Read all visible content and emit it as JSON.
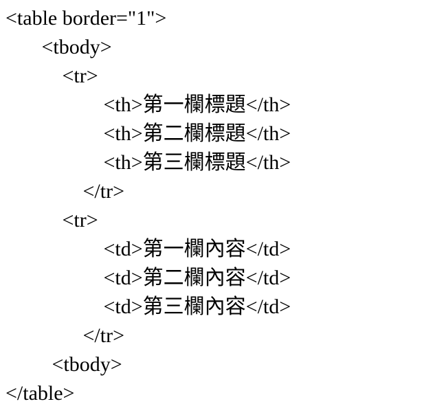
{
  "colors": {
    "background": "#ffffff",
    "text": "#000000"
  },
  "document": {
    "type": "html-code-snippet",
    "language": "html",
    "lines": [
      "<table border=\"1\">",
      "       <tbody>",
      "           <tr>",
      "                   <th>第一欄標題</th>",
      "                   <th>第二欄標題</th>",
      "                   <th>第三欄標題</th>",
      "               </tr>",
      "           <tr>",
      "                   <td>第一欄內容</td>",
      "                   <td>第二欄內容</td>",
      "                   <td>第三欄內容</td>",
      "               </tr>",
      "         <tbody>",
      "</table>"
    ]
  }
}
